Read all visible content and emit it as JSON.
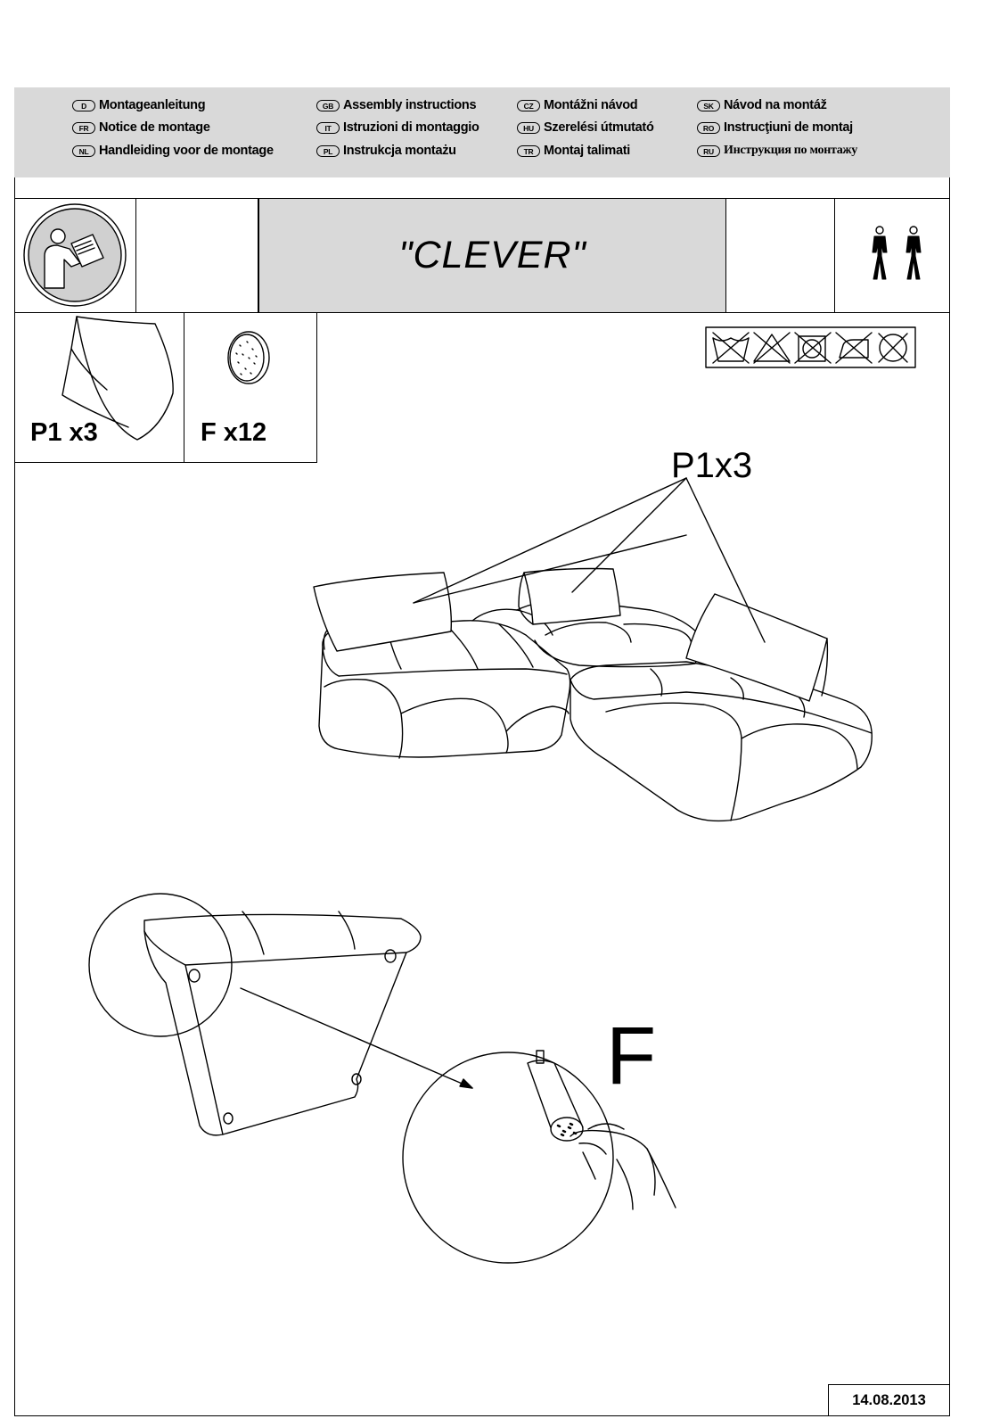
{
  "header": {
    "languages": [
      {
        "code": "D",
        "label": "Montageanleitung"
      },
      {
        "code": "GB",
        "label": "Assembly instructions"
      },
      {
        "code": "CZ",
        "label": "Montážni návod"
      },
      {
        "code": "SK",
        "label": "Návod na montáž"
      },
      {
        "code": "FR",
        "label": "Notice de montage"
      },
      {
        "code": "IT",
        "label": "Istruzioni di montaggio"
      },
      {
        "code": "HU",
        "label": "Szerelési útmutató"
      },
      {
        "code": "RO",
        "label": "Instrucţiuni de montaj"
      },
      {
        "code": "NL",
        "label": "Handleiding voor de montage"
      },
      {
        "code": "PL",
        "label": "Instrukcja montażu"
      },
      {
        "code": "TR",
        "label": "Montaj talimati"
      },
      {
        "code": "RU",
        "label": "Инструкция по монтажу"
      }
    ]
  },
  "title": "\"CLEVER\"",
  "icons": {
    "manual": "read-manual-icon",
    "persons": "two-persons-icon",
    "care": "care-symbols-icon"
  },
  "parts": {
    "cushion_label": "P1 x3",
    "felt_label": "F x12"
  },
  "diagram": {
    "cushion_callout": "P1x3",
    "felt_callout": "F"
  },
  "footer": {
    "date": "14.08.2013"
  }
}
